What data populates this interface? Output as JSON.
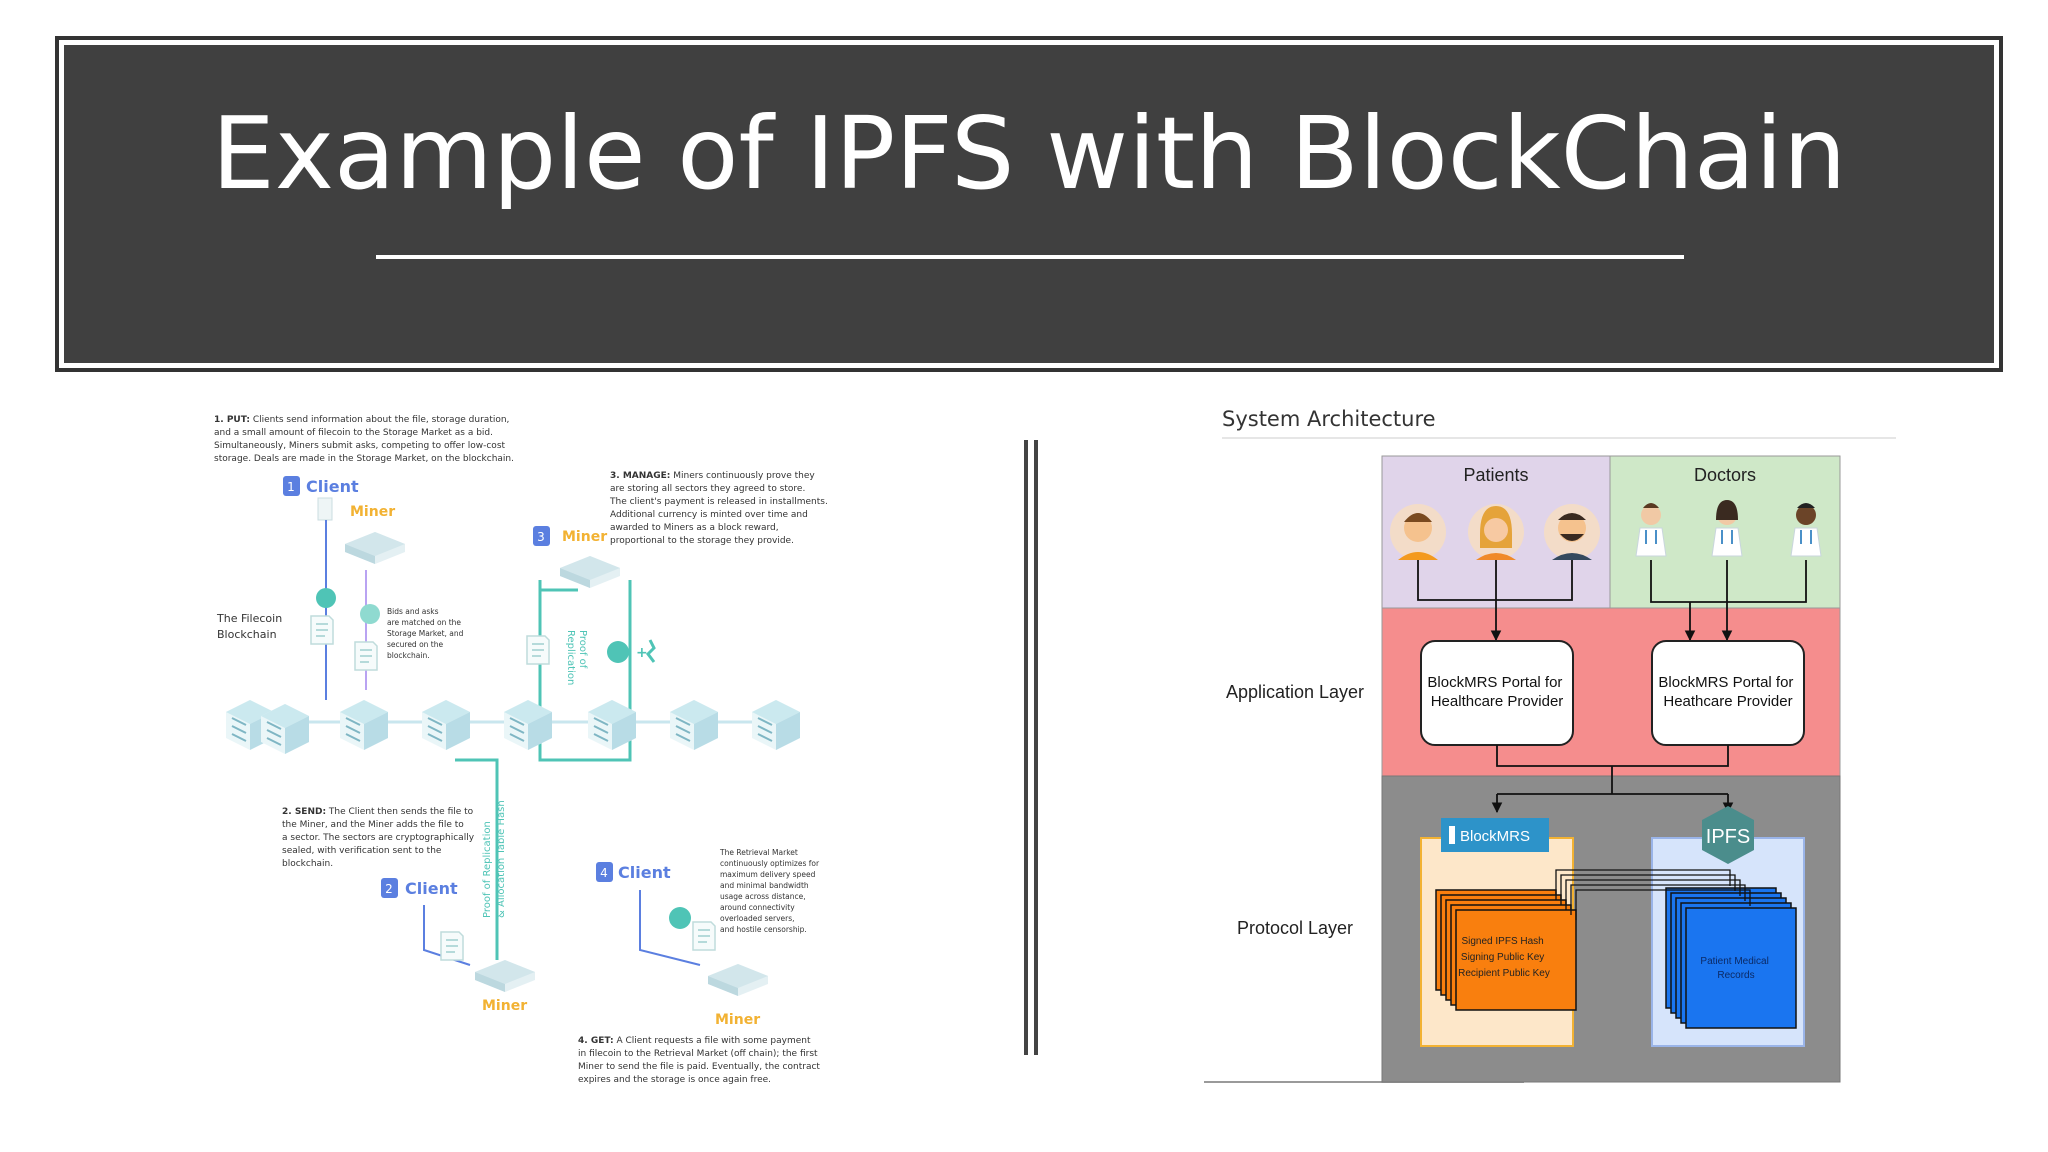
{
  "slide": {
    "title": "Example of IPFS with BlockChain"
  },
  "filecoin": {
    "step1": {
      "label": "1. PUT:",
      "lines": [
        " Clients send information about the file, storage duration,",
        "and a small amount of filecoin to the Storage Market as a bid.",
        "Simultaneously, Miners submit asks, competing to offer low-cost",
        "storage. Deals are made in the Storage Market, on the blockchain."
      ]
    },
    "step2": {
      "label": "2. SEND:",
      "lines": [
        " The Client then sends the file to",
        "the Miner, and the Miner adds the file to",
        "a sector. The sectors are cryptographically",
        "sealed, with verification sent to the",
        "blockchain."
      ]
    },
    "step3": {
      "label": "3. MANAGE:",
      "lines": [
        " Miners continuously prove they",
        "are storing all sectors they agreed to store.",
        "The client's payment is released in installments.",
        "Additional currency is minted over time and",
        "awarded to Miners as a block reward,",
        "proportional to the storage they provide."
      ]
    },
    "step4": {
      "label": "4. GET:",
      "lines": [
        " A Client requests a file with some payment",
        "in filecoin to the Retrieval Market (off chain); the first",
        "Miner to send the file is paid. Eventually, the contract",
        "expires and the storage is once again free."
      ]
    },
    "bids_note": [
      "Bids and asks",
      "are matched on the",
      "Storage Market, and",
      "secured on the",
      "blockchain."
    ],
    "retrieval_note": [
      "The Retrieval Market",
      "continuously optimizes for",
      "maximum delivery speed",
      "and minimal bandwidth",
      "usage across distance,",
      "around connectivity",
      "overloaded servers,",
      "and hostile censorship."
    ],
    "blockchain_label": [
      "The Filecoin",
      "Blockchain"
    ],
    "client_label": "Client",
    "miner_label": "Miner",
    "proof_replication": [
      "Proof of Replication",
      "& Allocation Table Hash"
    ],
    "proof_loop": [
      "Proof of",
      "Replication"
    ],
    "badges": [
      "1",
      "2",
      "3",
      "4"
    ]
  },
  "architecture": {
    "title": "System Architecture",
    "patients_header": "Patients",
    "doctors_header": "Doctors",
    "application_layer": "Application Layer",
    "protocol_layer": "Protocol Layer",
    "portal_left": [
      "BlockMRS Portal for",
      "Healthcare Provider"
    ],
    "portal_right": [
      "BlockMRS Portal for",
      "Heathcare Provider"
    ],
    "blockmrs_label": "BlockMRS",
    "ipfs_label": "IPFS",
    "orange_card": [
      "Signed IPFS Hash",
      "Signing Public Key",
      "Recipient Public Key"
    ],
    "blue_card": [
      "Patient Medical",
      "Records"
    ]
  },
  "colors": {
    "title_bg": "#404040",
    "teal": "#4fc4b6",
    "accent_yellow": "#f2b233",
    "client_blue": "#5b7fe0",
    "patients_bg": "#e0d4ea",
    "doctors_bg": "#cfe8c8",
    "app_layer_bg": "#f58d8d",
    "protocol_bg": "#8c8c8c",
    "orange_card": "#f97f0e",
    "blue_card": "#1a75f0",
    "ipfs_hex": "#4b8d8c"
  }
}
